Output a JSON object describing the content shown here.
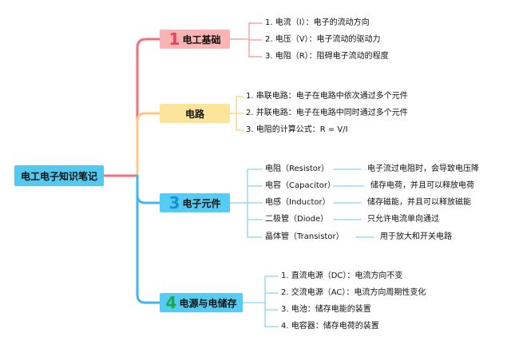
{
  "root": {
    "label": "电工电子知识笔记"
  },
  "branches": [
    {
      "number": "1",
      "label": "电工基础",
      "items": [
        "1. 电流（I）：电子的流动方向",
        "2. 电压（V）：电子流动的驱动力",
        "3. 电阻（R）：阻碍电子流动的程度"
      ]
    },
    {
      "number": "",
      "label": "电路",
      "items": [
        "1. 串联电路：电子在电路中依次通过多个元件",
        "2. 并联电路：电子在电路中同时通过多个元件",
        "3. 电阻的计算公式：R = V/I"
      ]
    },
    {
      "number": "3",
      "label": "电子元件",
      "items": [
        {
          "name": "电阻（Resistor）",
          "desc": "电子流过电阻时，会导致电压降"
        },
        {
          "name": "电容（Capacitor）",
          "desc": "储存电荷，并且可以释放电荷"
        },
        {
          "name": "电感（Inductor）",
          "desc": "储存磁能，并且可以释放磁能"
        },
        {
          "name": "二极管（Diode）",
          "desc": "只允许电流单向通过"
        },
        {
          "name": "晶体管（Transistor）",
          "desc": "用于放大和开关电路"
        }
      ]
    },
    {
      "number": "4",
      "label": "电源与电储存",
      "items": [
        "1. 直流电源（DC）：电流方向不变",
        "2. 交流电源（AC）：电流方向周期性变化",
        "3. 电池：储存电能的装置",
        "4. 电容器：储存电荷的装置"
      ]
    }
  ],
  "colors": {
    "b1": "#f0707e",
    "b2": "#f9c98a",
    "b3": "#45b8ea",
    "b4": "#45b8ea",
    "leaf_b1": "#f8a5a5",
    "leaf_b2": "#fbd98a",
    "leaf_b3": "#9ed9f3"
  }
}
